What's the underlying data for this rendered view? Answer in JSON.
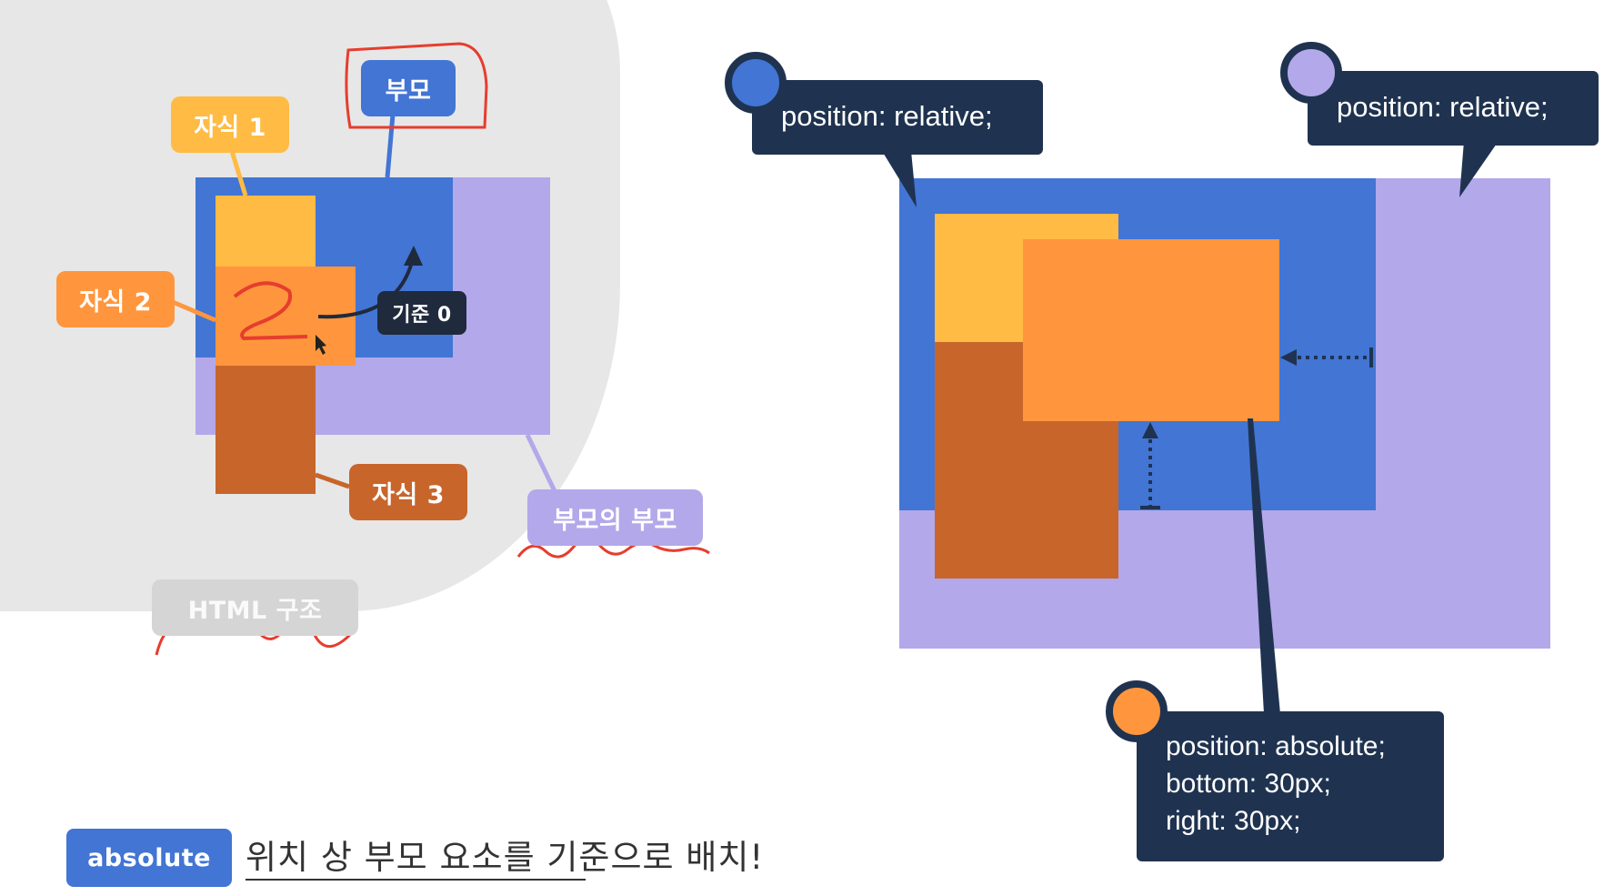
{
  "left_diagram": {
    "labels": {
      "parent": "부모",
      "child1": "자식 1",
      "child2": "자식 2",
      "child3": "자식 3",
      "grandparent": "부모의 부모",
      "html_structure": "HTML 구조",
      "origin": "기준 0"
    }
  },
  "right_diagram": {
    "parent_css": "position: relative;",
    "grandparent_css": "position: relative;",
    "child_css_lines": [
      "position: absolute;",
      "bottom: 30px;",
      "right: 30px;"
    ]
  },
  "footer": {
    "badge": "absolute",
    "text": "위치 상 부모 요소를 기준으로 배치!"
  },
  "colors": {
    "parent_blue": "#4275d4",
    "grandparent_purple": "#b3a8ea",
    "child1_yellow": "#ffbb44",
    "child2_orange": "#ff963d",
    "child3_brown": "#c8652b",
    "label_dark": "#1f3350",
    "annotation_red": "#e63d2e"
  }
}
